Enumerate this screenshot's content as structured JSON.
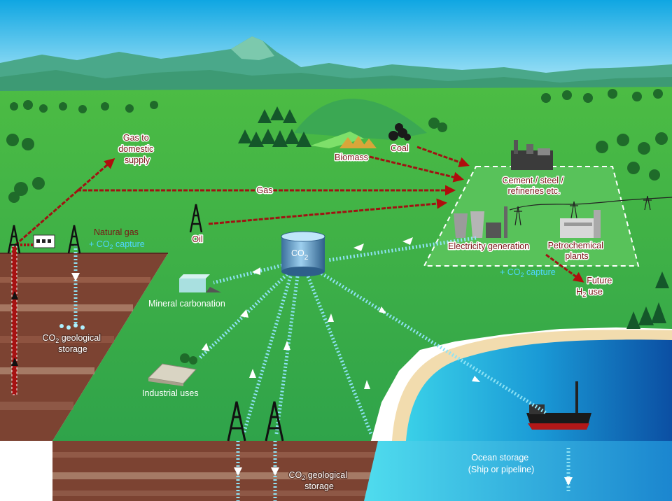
{
  "labels": {
    "gas_to_domestic": [
      "Gas to",
      "domestic",
      "supply"
    ],
    "gas": "Gas",
    "natural_gas": "Natural gas",
    "co2_capture_natural_gas": "+ CO",
    "co2_capture_natural_gas_sub": "2",
    "co2_capture_natural_gas_tail": " capture",
    "oil": "Oil",
    "biomass": "Biomass",
    "coal": "Coal",
    "cement": [
      "Cement / steel /",
      "refineries etc."
    ],
    "electricity": "Electricity generation",
    "petrochemical": [
      "Petrochemical",
      "plants"
    ],
    "co2_capture_plants": "+ CO",
    "co2_capture_plants_sub": "2",
    "co2_capture_plants_tail": " capture",
    "future_h2": [
      "Future",
      "H",
      "2",
      " use"
    ],
    "co2_tank": "CO",
    "co2_tank_sub": "2",
    "mineral_carbonation": "Mineral carbonation",
    "industrial_uses": "Industrial uses",
    "geo_storage_left": [
      "CO",
      "2",
      " geological",
      "storage"
    ],
    "geo_storage_bottom": [
      "CO",
      "2",
      " geological",
      "storage"
    ],
    "ocean_storage": [
      "Ocean storage",
      "(Ship or pipeline)"
    ]
  },
  "colors": {
    "sky": "#1ab0e6",
    "grass": "#3fb63e",
    "mountains": "#3e9a7a",
    "soil": "#7a3e30",
    "ocean": "#1780c8",
    "co2_flow": "#8fe3f5",
    "fossil_flow": "#a01212"
  }
}
